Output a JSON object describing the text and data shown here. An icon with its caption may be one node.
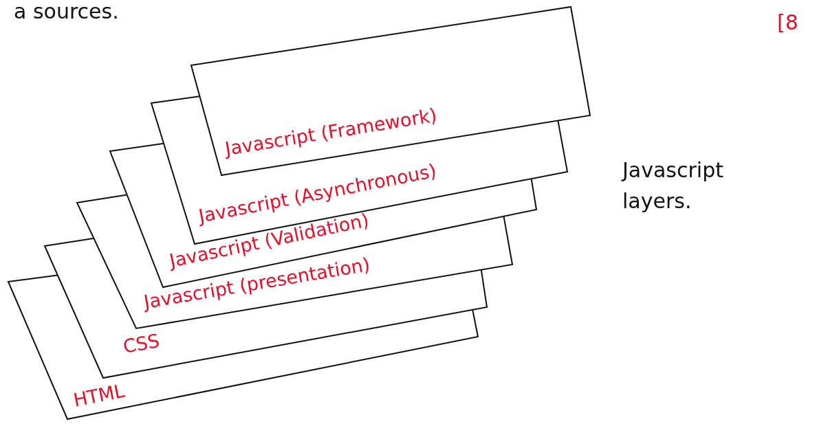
{
  "diagram": {
    "nodes": [
      {
        "text": [
          "Javascript (Framework)"
        ]
      },
      {
        "text": [
          "Javascript (Asynchronous)"
        ]
      },
      {
        "text": [
          "Javascript (Validation)"
        ]
      },
      {
        "text": [
          "Javascript (presentation)"
        ]
      },
      {
        "text": [
          "CSS"
        ]
      },
      {
        "text": [
          "HTML"
        ]
      }
    ],
    "labels": [
      "a sources.",
      "[8",
      "Javascript layers."
    ]
  }
}
